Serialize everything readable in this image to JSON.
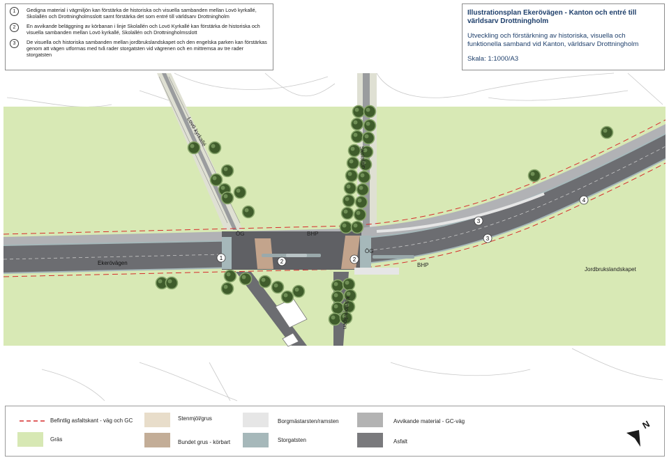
{
  "notes": [
    {
      "num": "1",
      "text": "Gedigna material i vägmiljön kan förstärka de historiska och visuella sambanden mellan Lovö kyrkallé, Skolallén och Drottningholmsslott samt förstärka det som entré till världsarv Drottningholm"
    },
    {
      "num": "2",
      "text": "En avvikande beläggning av körbanan i linje Skolallén och Lovö Kyrkallé kan förstärka de historiska och visuella sambanden mellan Lovö kyrkallé, Skolallén och Drottningholmsslott"
    },
    {
      "num": "3",
      "text": "De visuella och historiska sambanden mellan jordbrukslandskapet och den engelska parken kan förstärkas genom att vägen utformas med två rader storgatsten vid vägrenen och en mittremsa av tre rader storgatsten"
    }
  ],
  "title": {
    "heading": "Illustrationsplan Ekerövägen - Kanton och entré till världsarv Drottningholm",
    "subtitle": "Utveckling och förstärkning av historiska, visuella och funktionella samband vid Kanton, världsarv Drottningholm",
    "scale": "Skala: 1:1000/A3"
  },
  "map_labels": {
    "road_main": "Ekerövägen",
    "lovo": "Lovö kyrkallé",
    "skolallen": "Skolallén",
    "kantonvagen": "Kantonvägen",
    "jordbruk": "Jordbrukslandskapet",
    "og_left": "ÖG",
    "og_right": "ÖG",
    "bhp_left": "BHP",
    "bhp_right": "BHP",
    "marker_1": "1",
    "marker_2a": "2",
    "marker_2b": "2",
    "marker_3a": "3",
    "marker_3b": "3",
    "marker_4": "4"
  },
  "legend": {
    "items": [
      {
        "label": "Befintlig asfaltskant - väg och GC",
        "color": "#d62b2b",
        "kind": "dashed-line"
      },
      {
        "label": "Gräs",
        "color": "#d7e8b4",
        "kind": "swatch"
      },
      {
        "label": "Stenmjöl/grus",
        "color": "#e8ddca",
        "kind": "swatch"
      },
      {
        "label": "Bundet grus - körbart",
        "color": "#c3ad97",
        "kind": "swatch"
      },
      {
        "label": "Borgmästarsten/ramsten",
        "color": "#e6e6e6",
        "kind": "swatch"
      },
      {
        "label": "Storgatsten",
        "color": "#a6b8ba",
        "kind": "swatch"
      },
      {
        "label": "Avvikande material - GC-väg",
        "color": "#b3b3b3",
        "kind": "swatch"
      },
      {
        "label": "Asfalt",
        "color": "#7a7a7d",
        "kind": "swatch"
      }
    ],
    "north_label": "N"
  },
  "colors": {
    "grass": "#d8e9b5",
    "asphalt": "#6c6d71",
    "gc_path": "#a8a9ad",
    "stone": "#a6b8ba",
    "gravel_bound": "#c3a48c",
    "red_line": "#d62b2b",
    "tree_dark": "#3f5c2b",
    "tree_light": "#8aa86d"
  }
}
